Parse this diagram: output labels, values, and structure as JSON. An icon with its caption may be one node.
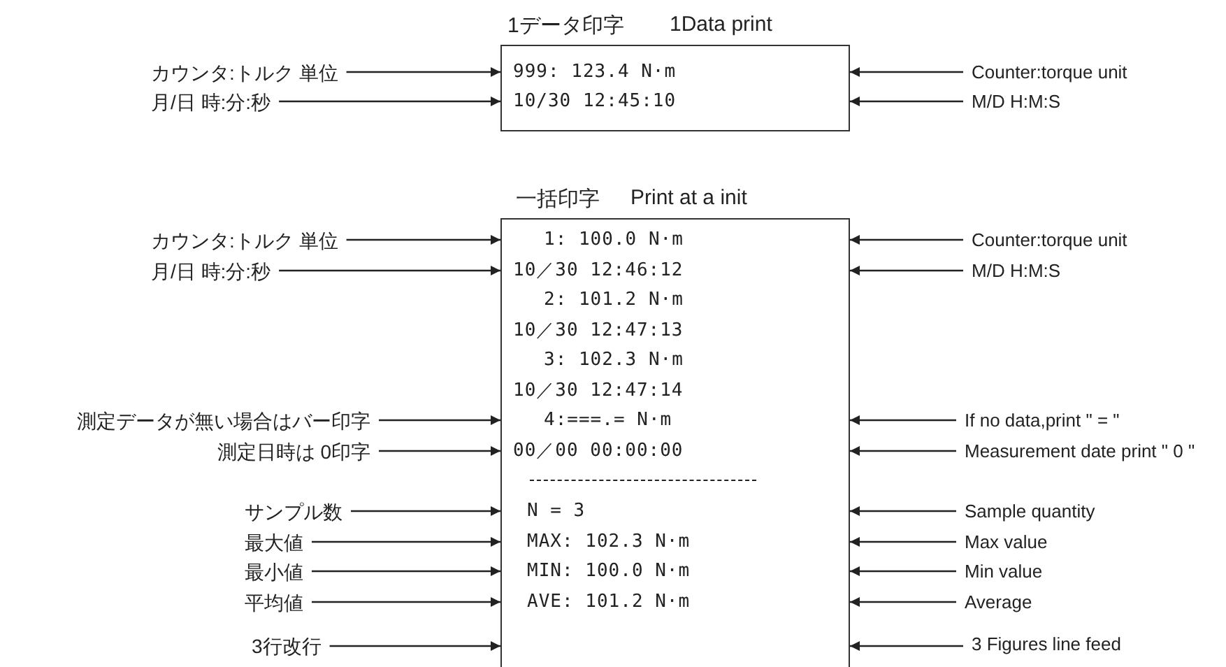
{
  "diagram": {
    "nodes": [
      {
        "text": [
          "1データ印字",
          "1Data print"
        ]
      },
      {
        "text": [
          "999: 123.4 N·m"
        ],
        "in": 0
      },
      {
        "text": [
          "10/30 12:45:10"
        ],
        "in": 0
      },
      {
        "text": [
          "カウンタ:トルク 単位"
        ]
      },
      {
        "text": [
          "月/日 時:分:秒"
        ]
      },
      {
        "text": [
          "Counter:torque unit"
        ]
      },
      {
        "text": [
          "M/D H:M:S"
        ]
      },
      {
        "text": [
          "一括印字",
          "Print at a init"
        ]
      },
      {
        "text": [
          "1: 100.0 N·m"
        ],
        "in": 7
      },
      {
        "text": [
          "10／30 12:46:12"
        ],
        "in": 7
      },
      {
        "text": [
          "2: 101.2 N·m"
        ],
        "in": 7
      },
      {
        "text": [
          "10／30 12:47:13"
        ],
        "in": 7
      },
      {
        "text": [
          "3: 102.3 N·m"
        ],
        "in": 7
      },
      {
        "text": [
          "10／30 12:47:14"
        ],
        "in": 7
      },
      {
        "text": [
          "4:===.= N·m"
        ],
        "in": 7
      },
      {
        "text": [
          "00／00 00:00:00"
        ],
        "in": 7
      },
      {
        "text": [
          "N = 3"
        ],
        "in": 7
      },
      {
        "text": [
          "MAX: 102.3 N·m"
        ],
        "in": 7
      },
      {
        "text": [
          "MIN: 100.0 N·m"
        ],
        "in": 7
      },
      {
        "text": [
          "AVE: 101.2 N·m"
        ],
        "in": 7
      },
      {
        "text": [
          "カウンタ:トルク 単位"
        ]
      },
      {
        "text": [
          "月/日 時:分:秒"
        ]
      },
      {
        "text": [
          "測定データが無い場合はバー印字"
        ]
      },
      {
        "text": [
          "測定日時は 0印字"
        ]
      },
      {
        "text": [
          "サンプル数"
        ]
      },
      {
        "text": [
          "最大値"
        ]
      },
      {
        "text": [
          "最小値"
        ]
      },
      {
        "text": [
          "平均値"
        ]
      },
      {
        "text": [
          "3行改行"
        ]
      },
      {
        "text": [
          "Counter:torque unit"
        ]
      },
      {
        "text": [
          "M/D H:M:S"
        ]
      },
      {
        "text": [
          "If no data,print \" = \""
        ]
      },
      {
        "text": [
          "Measurement date print \" 0 \""
        ]
      },
      {
        "text": [
          "Sample quantity"
        ]
      },
      {
        "text": [
          "Max value"
        ]
      },
      {
        "text": [
          "Min value"
        ]
      },
      {
        "text": [
          "Average"
        ]
      },
      {
        "text": [
          "3 Figures line feed"
        ]
      }
    ],
    "edges": [
      {
        "from": 3,
        "to": 0,
        "arrow": "to"
      },
      {
        "from": 4,
        "to": 0,
        "arrow": "to"
      },
      {
        "from": 5,
        "to": 0,
        "arrow": "to"
      },
      {
        "from": 6,
        "to": 0,
        "arrow": "to"
      },
      {
        "from": 20,
        "to": 7,
        "arrow": "to"
      },
      {
        "from": 21,
        "to": 7,
        "arrow": "to"
      },
      {
        "from": 22,
        "to": 7,
        "arrow": "to"
      },
      {
        "from": 23,
        "to": 7,
        "arrow": "to"
      },
      {
        "from": 24,
        "to": 7,
        "arrow": "to"
      },
      {
        "from": 25,
        "to": 7,
        "arrow": "to"
      },
      {
        "from": 26,
        "to": 7,
        "arrow": "to"
      },
      {
        "from": 27,
        "to": 7,
        "arrow": "to"
      },
      {
        "from": 28,
        "to": 7,
        "arrow": "to"
      },
      {
        "from": 29,
        "to": 7,
        "arrow": "to"
      },
      {
        "from": 30,
        "to": 7,
        "arrow": "to"
      },
      {
        "from": 31,
        "to": 7,
        "arrow": "to"
      },
      {
        "from": 32,
        "to": 7,
        "arrow": "to"
      },
      {
        "from": 33,
        "to": 7,
        "arrow": "to"
      },
      {
        "from": 34,
        "to": 7,
        "arrow": "to"
      },
      {
        "from": 35,
        "to": 7,
        "arrow": "to"
      },
      {
        "from": 36,
        "to": 7,
        "arrow": "to"
      },
      {
        "from": 37,
        "to": 7,
        "arrow": "to"
      }
    ]
  }
}
